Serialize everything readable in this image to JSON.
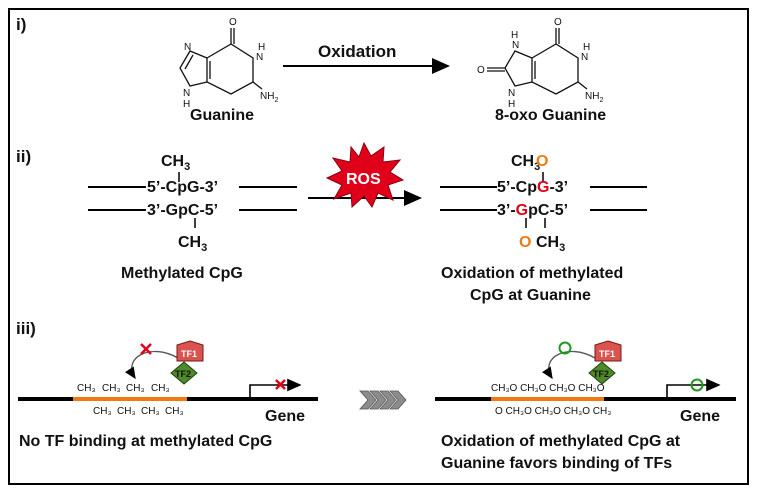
{
  "panels": {
    "i": {
      "label": "i)",
      "left_molecule": "Guanine",
      "right_molecule": "8-oxo Guanine",
      "arrow_label": "Oxidation",
      "atoms_guanine": {
        "O": "O",
        "N1": "N",
        "N2": "N",
        "N3": "N",
        "H_a": "H",
        "H_b": "H",
        "NH2": "NH",
        "sub2": "2"
      },
      "atoms_oxo": {
        "O_top": "O",
        "O_left": "O",
        "N1": "N",
        "N2": "N",
        "N3": "N",
        "H_a": "H",
        "H_b": "H",
        "H_c": "H",
        "NH2": "NH",
        "sub2": "2"
      }
    },
    "ii": {
      "label": "ii)",
      "top_strand": "5’-CpG-3’",
      "bottom_strand": "3’-GpC-5’",
      "top_strand_oxid": {
        "pre": "5’-Cp",
        "g": "G",
        "post": "-3’"
      },
      "bottom_strand_oxid": {
        "pre": "3’-",
        "g": "G",
        "post": "pC-5’"
      },
      "methyl_prefix": "CH",
      "methyl_sub": "3",
      "oxygen": "O",
      "ros": "ROS",
      "left_caption": "Methylated CpG",
      "right_caption_line1": "Oxidation of methylated",
      "right_caption_line2": "CpG at Guanine"
    },
    "iii": {
      "label": "iii)",
      "tf1": "TF1",
      "tf2": "TF2",
      "gene": "Gene",
      "methyl_top": [
        "CH₃",
        "CH₃",
        "CH₃",
        "CH₃"
      ],
      "methyl_bottom": [
        "CH₃",
        "CH₃",
        "CH₃",
        "CH₃"
      ],
      "oxid_top": "CH₃O CH₃O CH₃O CH₃O",
      "oxid_bottom": "O CH₃O CH₃O CH₃O CH₃",
      "left_caption": "No TF binding at methylated CpG",
      "right_caption_line1": "Oxidation of methylated CpG at",
      "right_caption_line2": "Guanine favors binding of TFs"
    }
  },
  "colors": {
    "orange": "#f07a10",
    "red": "#e0001a",
    "tf1": "#d9534f",
    "tf2": "#4e8a2a",
    "green_circle": "#1e9a1e",
    "chevron": "#8c8c8c"
  }
}
